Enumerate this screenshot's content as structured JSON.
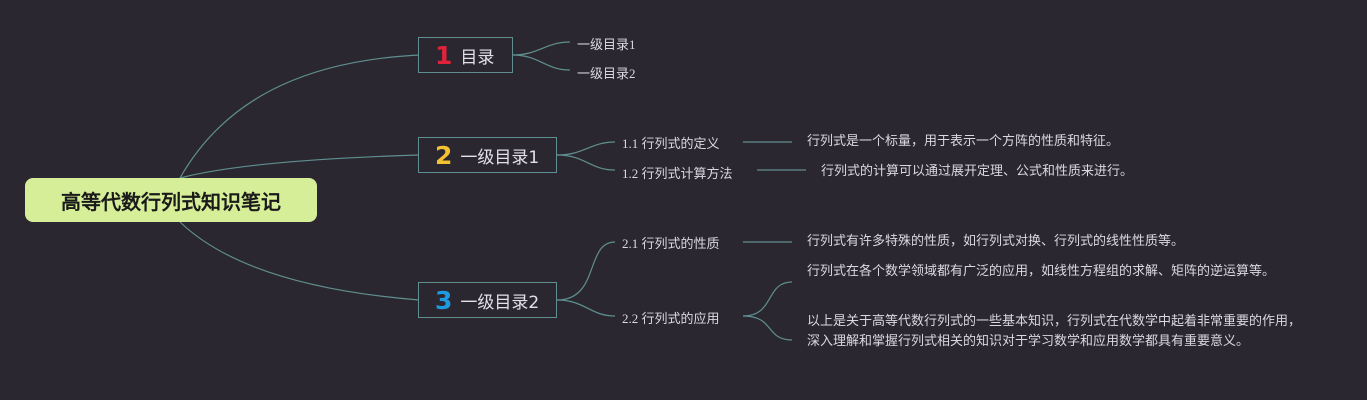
{
  "colors": {
    "background": "#2b2730",
    "connector": "#5f8f90",
    "root_fill": "#d6ee97",
    "num1": "#e0223a",
    "num2": "#f2c230",
    "num3": "#1e9be0"
  },
  "root": {
    "label": "高等代数行列式知识笔记"
  },
  "branches": [
    {
      "num": "1",
      "label": "目录",
      "children": [
        {
          "label": "一级目录1"
        },
        {
          "label": "一级目录2"
        }
      ]
    },
    {
      "num": "2",
      "label": "一级目录1",
      "children": [
        {
          "label": "1.1 行列式的定义",
          "details": [
            "行列式是一个标量，用于表示一个方阵的性质和特征。"
          ]
        },
        {
          "label": "1.2 行列式计算方法",
          "details": [
            "行列式的计算可以通过展开定理、公式和性质来进行。"
          ]
        }
      ]
    },
    {
      "num": "3",
      "label": "一级目录2",
      "children": [
        {
          "label": "2.1 行列式的性质",
          "details": [
            "行列式有许多特殊的性质，如行列式对换、行列式的线性性质等。"
          ]
        },
        {
          "label": "2.2 行列式的应用",
          "details": [
            "行列式在各个数学领域都有广泛的应用，如线性方程组的求解、矩阵的逆运算等。",
            "以上是关于高等代数行列式的一些基本知识，行列式在代数学中起着非常重要的作用，深入理解和掌握行列式相关的知识对于学习数学和应用数学都具有重要意义。"
          ]
        }
      ]
    }
  ]
}
